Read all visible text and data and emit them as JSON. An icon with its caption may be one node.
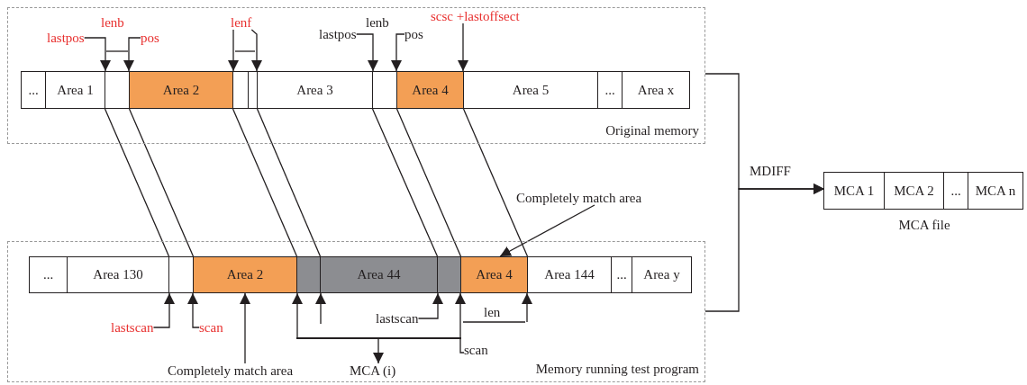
{
  "diagram": {
    "nodes": [
      {
        "text": [
          "Original memory"
        ]
      },
      {
        "text": [
          "..."
        ],
        "in": 0
      },
      {
        "text": [
          "Area 1"
        ],
        "in": 0
      },
      {
        "text": [],
        "shape": "box",
        "in": 0
      },
      {
        "text": [
          "Area 2"
        ],
        "in": 0
      },
      {
        "text": [],
        "shape": "box",
        "in": 0
      },
      {
        "text": [],
        "shape": "box",
        "in": 0
      },
      {
        "text": [
          "Area 3"
        ],
        "in": 0
      },
      {
        "text": [],
        "shape": "box",
        "in": 0
      },
      {
        "text": [
          "Area 4"
        ],
        "in": 0
      },
      {
        "text": [
          "Area 5"
        ],
        "in": 0
      },
      {
        "text": [
          "..."
        ],
        "in": 0
      },
      {
        "text": [
          "Area x"
        ],
        "in": 0
      },
      {
        "text": [
          "Memory running test program"
        ]
      },
      {
        "text": [
          "..."
        ],
        "in": 13
      },
      {
        "text": [
          "Area 130"
        ],
        "in": 13
      },
      {
        "text": [],
        "shape": "box",
        "in": 13
      },
      {
        "text": [
          "Area 2"
        ],
        "in": 13
      },
      {
        "text": [],
        "shape": "box",
        "in": 13
      },
      {
        "text": [
          "Area 44"
        ],
        "in": 13
      },
      {
        "text": [],
        "shape": "box",
        "in": 13
      },
      {
        "text": [
          "Area 4"
        ],
        "in": 13
      },
      {
        "text": [
          "Area 144"
        ],
        "in": 13
      },
      {
        "text": [
          "..."
        ],
        "in": 13
      },
      {
        "text": [
          "Area y"
        ],
        "in": 13
      },
      {
        "text": [
          "MCA file"
        ]
      },
      {
        "text": [
          "MCA 1"
        ],
        "in": 25
      },
      {
        "text": [
          "MCA 2"
        ],
        "in": 25
      },
      {
        "text": [
          "..."
        ],
        "in": 25
      },
      {
        "text": [
          "MCA n"
        ],
        "in": 25
      },
      {
        "text": [
          "lastpos"
        ],
        "in": 0
      },
      {
        "text": [
          "pos"
        ],
        "in": 0
      },
      {
        "text": [
          "lastpos"
        ],
        "in": 0
      },
      {
        "text": [
          "pos"
        ],
        "in": 0
      },
      {
        "text": [
          "scsc +lastoffsect"
        ],
        "in": 0
      },
      {
        "text": [
          "lastscan"
        ],
        "in": 13
      },
      {
        "text": [
          "scan"
        ],
        "in": 13
      },
      {
        "text": [
          "Completely match area"
        ],
        "in": 13
      },
      {
        "text": [
          "lastscan"
        ],
        "in": 13
      },
      {
        "text": [
          "scan"
        ],
        "in": 13
      },
      {
        "text": [
          "MCA (i)"
        ],
        "in": 13
      },
      {
        "text": [
          "Completely match area"
        ]
      },
      {
        "text": [],
        "shape": "bar",
        "in": 13
      },
      {
        "text": [
          "lenf"
        ],
        "in": 0
      }
    ],
    "edges": [
      {
        "from": 0,
        "to": 25,
        "arrow": "to",
        "label": "MDIFF"
      },
      {
        "from": 13,
        "to": 25,
        "arrow": "to"
      },
      {
        "from": 3,
        "to": 16,
        "arrow": "none"
      },
      {
        "from": 5,
        "to": 18,
        "arrow": "none"
      },
      {
        "from": 8,
        "to": 20,
        "arrow": "none"
      },
      {
        "from": 9,
        "to": 21,
        "arrow": "none"
      },
      {
        "from": 30,
        "to": 3,
        "arrow": "to"
      },
      {
        "from": 31,
        "to": 3,
        "arrow": "to"
      },
      {
        "from": 32,
        "to": 8,
        "arrow": "to"
      },
      {
        "from": 33,
        "to": 8,
        "arrow": "to"
      },
      {
        "from": 34,
        "to": 9,
        "arrow": "to"
      },
      {
        "from": 35,
        "to": 16,
        "arrow": "to"
      },
      {
        "from": 36,
        "to": 16,
        "arrow": "to"
      },
      {
        "from": 37,
        "to": 17,
        "arrow": "to"
      },
      {
        "from": 38,
        "to": 20,
        "arrow": "to"
      },
      {
        "from": 39,
        "to": 20,
        "arrow": "to"
      },
      {
        "from": 42,
        "to": 40,
        "arrow": "to"
      },
      {
        "from": 41,
        "to": 21,
        "arrow": "to"
      },
      {
        "from": 6,
        "to": 18,
        "arrow": "none"
      },
      {
        "from": 43,
        "to": 5,
        "arrow": "to"
      },
      {
        "from": 43,
        "to": 6,
        "arrow": "to"
      },
      {
        "from": null,
        "to": 19,
        "arrow": "to"
      },
      {
        "from": 42,
        "to": 18,
        "arrow": "to"
      },
      {
        "from": null,
        "to": 21,
        "arrow": "to"
      }
    ],
    "labels": [
      "lenb",
      "lenb",
      "len"
    ]
  }
}
